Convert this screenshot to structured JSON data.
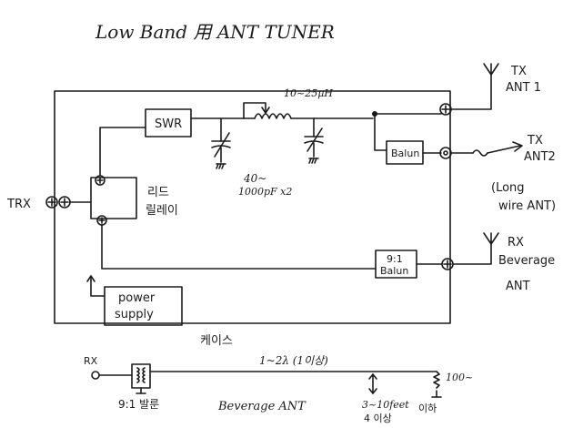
{
  "title": "Low Band 用 ANT TUNER",
  "labels": {
    "trx": "TRX",
    "swr": "SWR",
    "inductor": "10~25μH",
    "capacitor": "40~",
    "capacitor_value": "1000pF x2",
    "reed_relay_line1": "리드",
    "reed_relay_line2": "릴레이",
    "balun_tx": "Balun",
    "balun_rx_ratio": "9:1",
    "balun_rx": "Balun",
    "power_line1": "power",
    "power_line2": "supply",
    "tx_ant1_line1": "TX",
    "tx_ant1_line2": "ANT 1",
    "tx_ant2_line1": "TX",
    "tx_ant2_line2": "ANT2",
    "longwire_line1": "(Long",
    "longwire_line2": "wire ANT)",
    "rx_line1": "RX",
    "rx_line2": "Beverage",
    "rx_line3": "ANT",
    "case": "케이스",
    "bev_rx": "RX",
    "bev_length": "1~2λ (1이상)",
    "bev_resistor": "100~",
    "bev_balun": "9:1 발룬",
    "bev_name": "Beverage ANT",
    "bev_height": "3~10feet",
    "bev_height2": "이하",
    "bev_height3": "4 이상"
  }
}
